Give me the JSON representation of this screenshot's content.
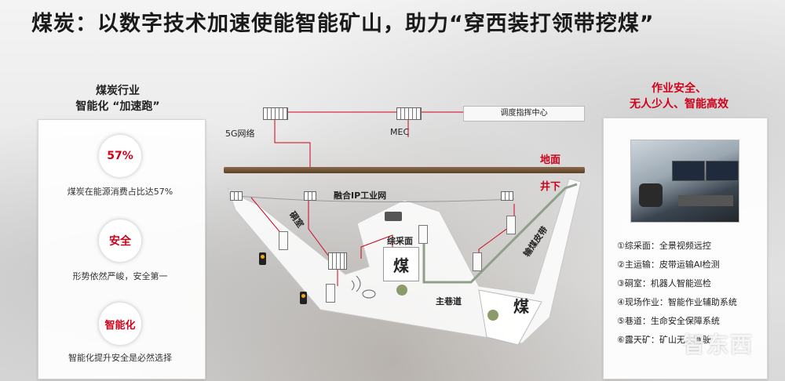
{
  "title": "煤炭：以数字技术加速使能智能矿山，助力“穿西装打领带挖煤”",
  "left_panel": {
    "heading_line1": "煤炭行业",
    "heading_line2": "智能化 “加速跑”",
    "items": [
      {
        "badge": "57%",
        "caption": "煤炭在能源消费占比达57%"
      },
      {
        "badge": "安全",
        "caption": "形势依然严峻，安全第一"
      },
      {
        "badge": "智能化",
        "caption": "智能化提升安全是必然选择"
      }
    ]
  },
  "right_panel": {
    "heading_line1": "作业安全、",
    "heading_line2": "无人少人、智能高效",
    "items": [
      "①综采面：全景视频远控",
      "②主运输：皮带运输AI检测",
      "③硐室：机器人智能巡检",
      "④现场作业：智能作业辅助系统",
      "⑤巷道：生命安全保障系统",
      "⑥露天矿：矿山无人驾驶"
    ]
  },
  "diagram": {
    "network_5g": "5G网络",
    "mec": "MEC",
    "dispatch_center": "调度指挥中心",
    "ground": "地面",
    "underground": "井下",
    "ip_network": "融合IP工业网",
    "chamber": "硐室",
    "mining_face": "综采面",
    "coal": "煤",
    "coal2": "煤",
    "main_roadway": "主巷道",
    "conveyor_belt": "输煤皮带"
  },
  "watermark": "智东西",
  "colors": {
    "accent": "#d0021b",
    "ground": "#6b4c2e"
  }
}
